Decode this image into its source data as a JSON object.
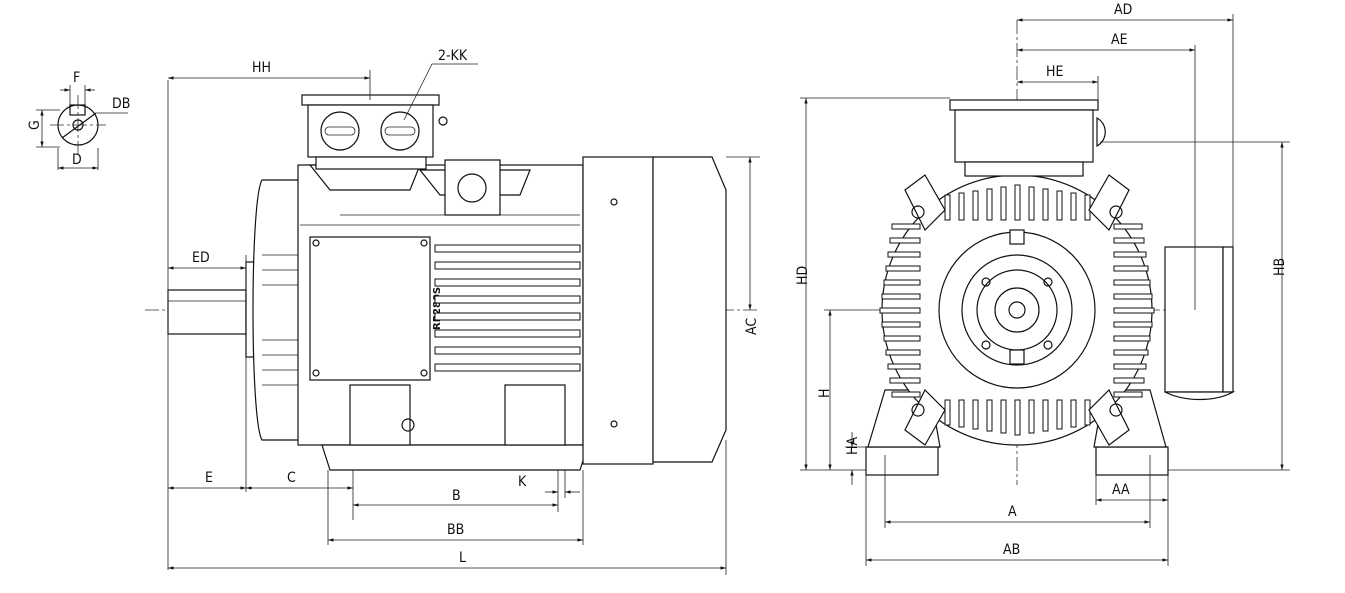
{
  "labels": {
    "F": "F",
    "DB": "DB",
    "G": "G",
    "D": "D",
    "HH": "HH",
    "KK": "2-KK",
    "ED": "ED",
    "AC": "AC",
    "E": "E",
    "C": "C",
    "B": "B",
    "K": "K",
    "BB": "BB",
    "L": "L",
    "AD": "AD",
    "AE": "AE",
    "HE": "HE",
    "HD": "HD",
    "HB": "HB",
    "H": "H",
    "HA": "HA",
    "AA": "AA",
    "A": "A",
    "AB": "AB"
  },
  "nameplate": "RP280S"
}
